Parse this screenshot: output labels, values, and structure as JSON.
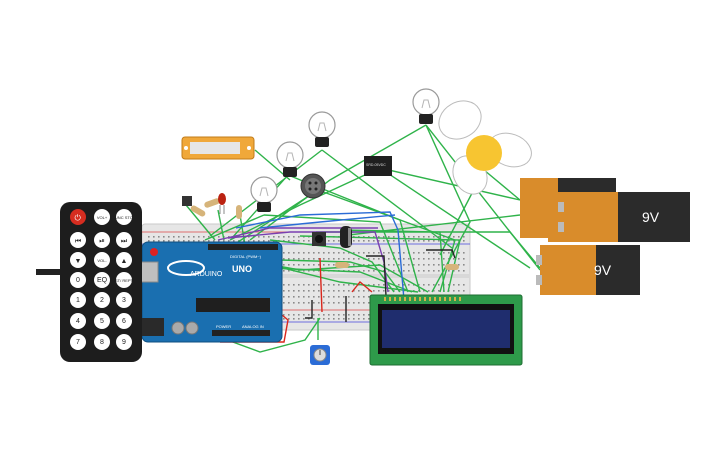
{
  "remote": {
    "buttons": [
      "VOL+",
      "FUNC STOP",
      "VOL-",
      "EQ",
      "ST/ REPT",
      "0",
      "1",
      "2",
      "3",
      "4",
      "5",
      "6",
      "7",
      "8",
      "9"
    ]
  },
  "arduino": {
    "brand": "ARDUINO",
    "model": "UNO",
    "digital_label": "DIGITAL (PWM~)",
    "power_label": "POWER",
    "analog_label": "ANALOG IN"
  },
  "batteries": [
    {
      "label": "9V"
    },
    {
      "label": "9V"
    }
  ],
  "relay": {
    "label": "SRD-05VDC"
  },
  "colors": {
    "arduino_blue": "#1a6fb0",
    "breadboard": "#e6e6e6",
    "lcd_pcb": "#2e9a4a",
    "lcd_screen": "#1f2d6e",
    "battery_body": "#2b2b2b",
    "battery_cap": "#d98c2b",
    "wire_green": "#2fb34a",
    "wire_red": "#d9261c",
    "wire_blue": "#2b6cd6",
    "wire_purple": "#7a3fb0",
    "fan_yellow": "#f7c531"
  }
}
